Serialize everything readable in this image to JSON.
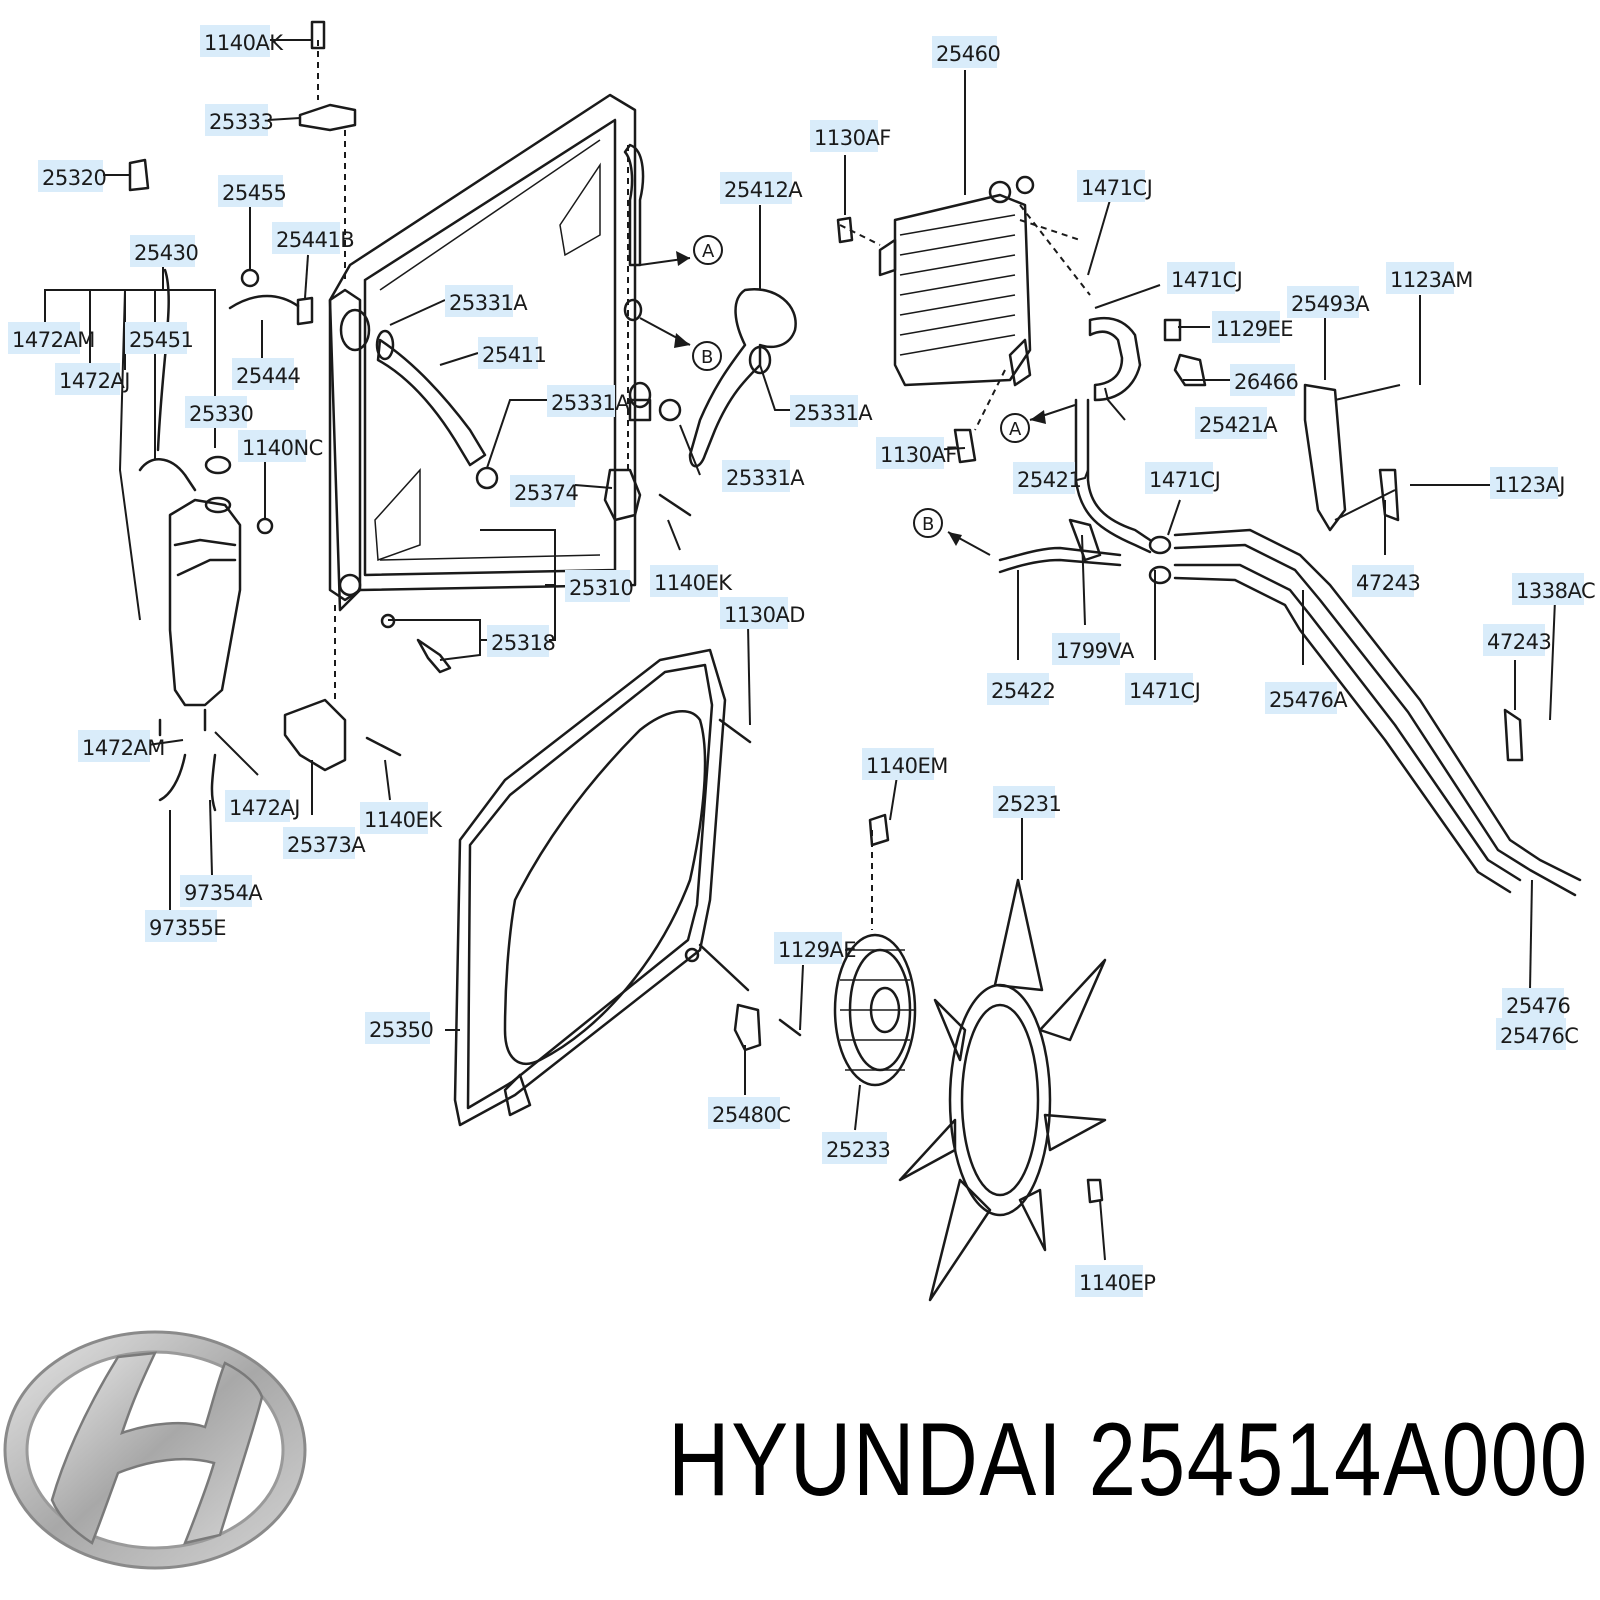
{
  "diagram": {
    "callouts": [
      "1140AK",
      "25333",
      "25320",
      "25455",
      "25430",
      "25441B",
      "1472AM",
      "25451",
      "1472AJ",
      "25444",
      "25330",
      "1140NC",
      "25331A",
      "25411",
      "25331A",
      "25374",
      "25310",
      "25318",
      "1140EK",
      "1472AM",
      "1472AJ",
      "25373A",
      "1140EK",
      "97354A",
      "97355E",
      "25460",
      "1130AF",
      "1471CJ",
      "25412A",
      "25331A",
      "25331A",
      "1471CJ",
      "1129EE",
      "25493A",
      "1123AM",
      "26466",
      "25421A",
      "1130AF",
      "25421",
      "1471CJ",
      "1123AJ",
      "47243",
      "1338AC",
      "47243",
      "1799VA",
      "25422",
      "1471CJ",
      "25476A",
      "1130AD",
      "1140EM",
      "25231",
      "1129AE",
      "25350",
      "25480C",
      "25233",
      "1140EP",
      "25476",
      "25476C"
    ],
    "reference_markers": [
      "A",
      "B",
      "A",
      "B"
    ]
  },
  "caption": {
    "brand": "HYUNDAI",
    "part_number": "254514A000"
  },
  "colors": {
    "label_fill": "#d9ecfa",
    "line": "#1a1a1a",
    "logo_silver": "#b8b8b8"
  },
  "logo": {
    "icon": "hyundai-logo-icon"
  }
}
